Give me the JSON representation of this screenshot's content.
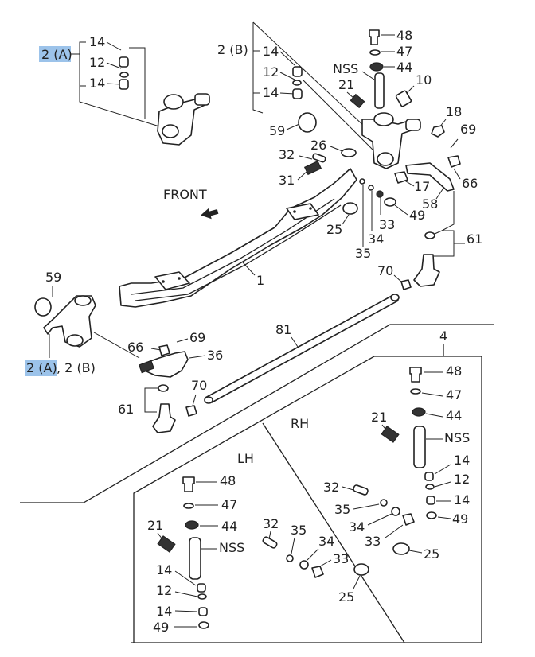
{
  "labels": {
    "front": "FRONT",
    "rh": "RH",
    "lh": "LH",
    "axle_beam": "1",
    "knuckle_a": "2 (A)",
    "knuckle_b": "2 (B)",
    "knuckle_ab_a": "2 (A)",
    "knuckle_ab_b": ", 2 (B)",
    "kit": "4",
    "tie_rod": "81",
    "nss": "NSS",
    "p10": "10",
    "p12": "12",
    "p14": "14",
    "p17": "17",
    "p18": "18",
    "p21": "21",
    "p25": "25",
    "p26": "26",
    "p31": "31",
    "p32": "32",
    "p33": "33",
    "p34": "34",
    "p35": "35",
    "p36": "36",
    "p44": "44",
    "p47": "47",
    "p48": "48",
    "p49": "49",
    "p58": "58",
    "p59": "59",
    "p61": "61",
    "p66": "66",
    "p69": "69",
    "p70": "70"
  },
  "colors": {
    "highlight": "#9cc3ea",
    "ink": "#222222"
  }
}
